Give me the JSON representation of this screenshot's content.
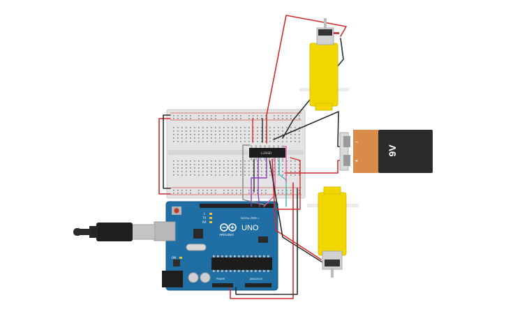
{
  "circuit": {
    "chip_label": "L293D",
    "board": {
      "brand": "ARDUINO",
      "model": "UNO",
      "header_power": "POWER",
      "header_analog": "ANALOG IN",
      "header_digital": "DIGITAL (PWM~)",
      "led_tx": "TX",
      "led_rx": "RX",
      "led_l": "L",
      "led_on": "ON"
    },
    "battery": {
      "label": "9V",
      "minus": "−",
      "plus": "+"
    },
    "colors": {
      "wire_red": "#d42a2a",
      "wire_black": "#2a2a2a",
      "wire_gray": "#8c8c8c",
      "wire_purple": "#8a3bb8",
      "wire_pink": "#e05aa8",
      "wire_teal": "#38b4b0",
      "arduino_blue": "#1f6fa5",
      "motor_yellow": "#f2d600",
      "battery_orange": "#d98b4a",
      "battery_dark": "#2b2b2b"
    }
  }
}
